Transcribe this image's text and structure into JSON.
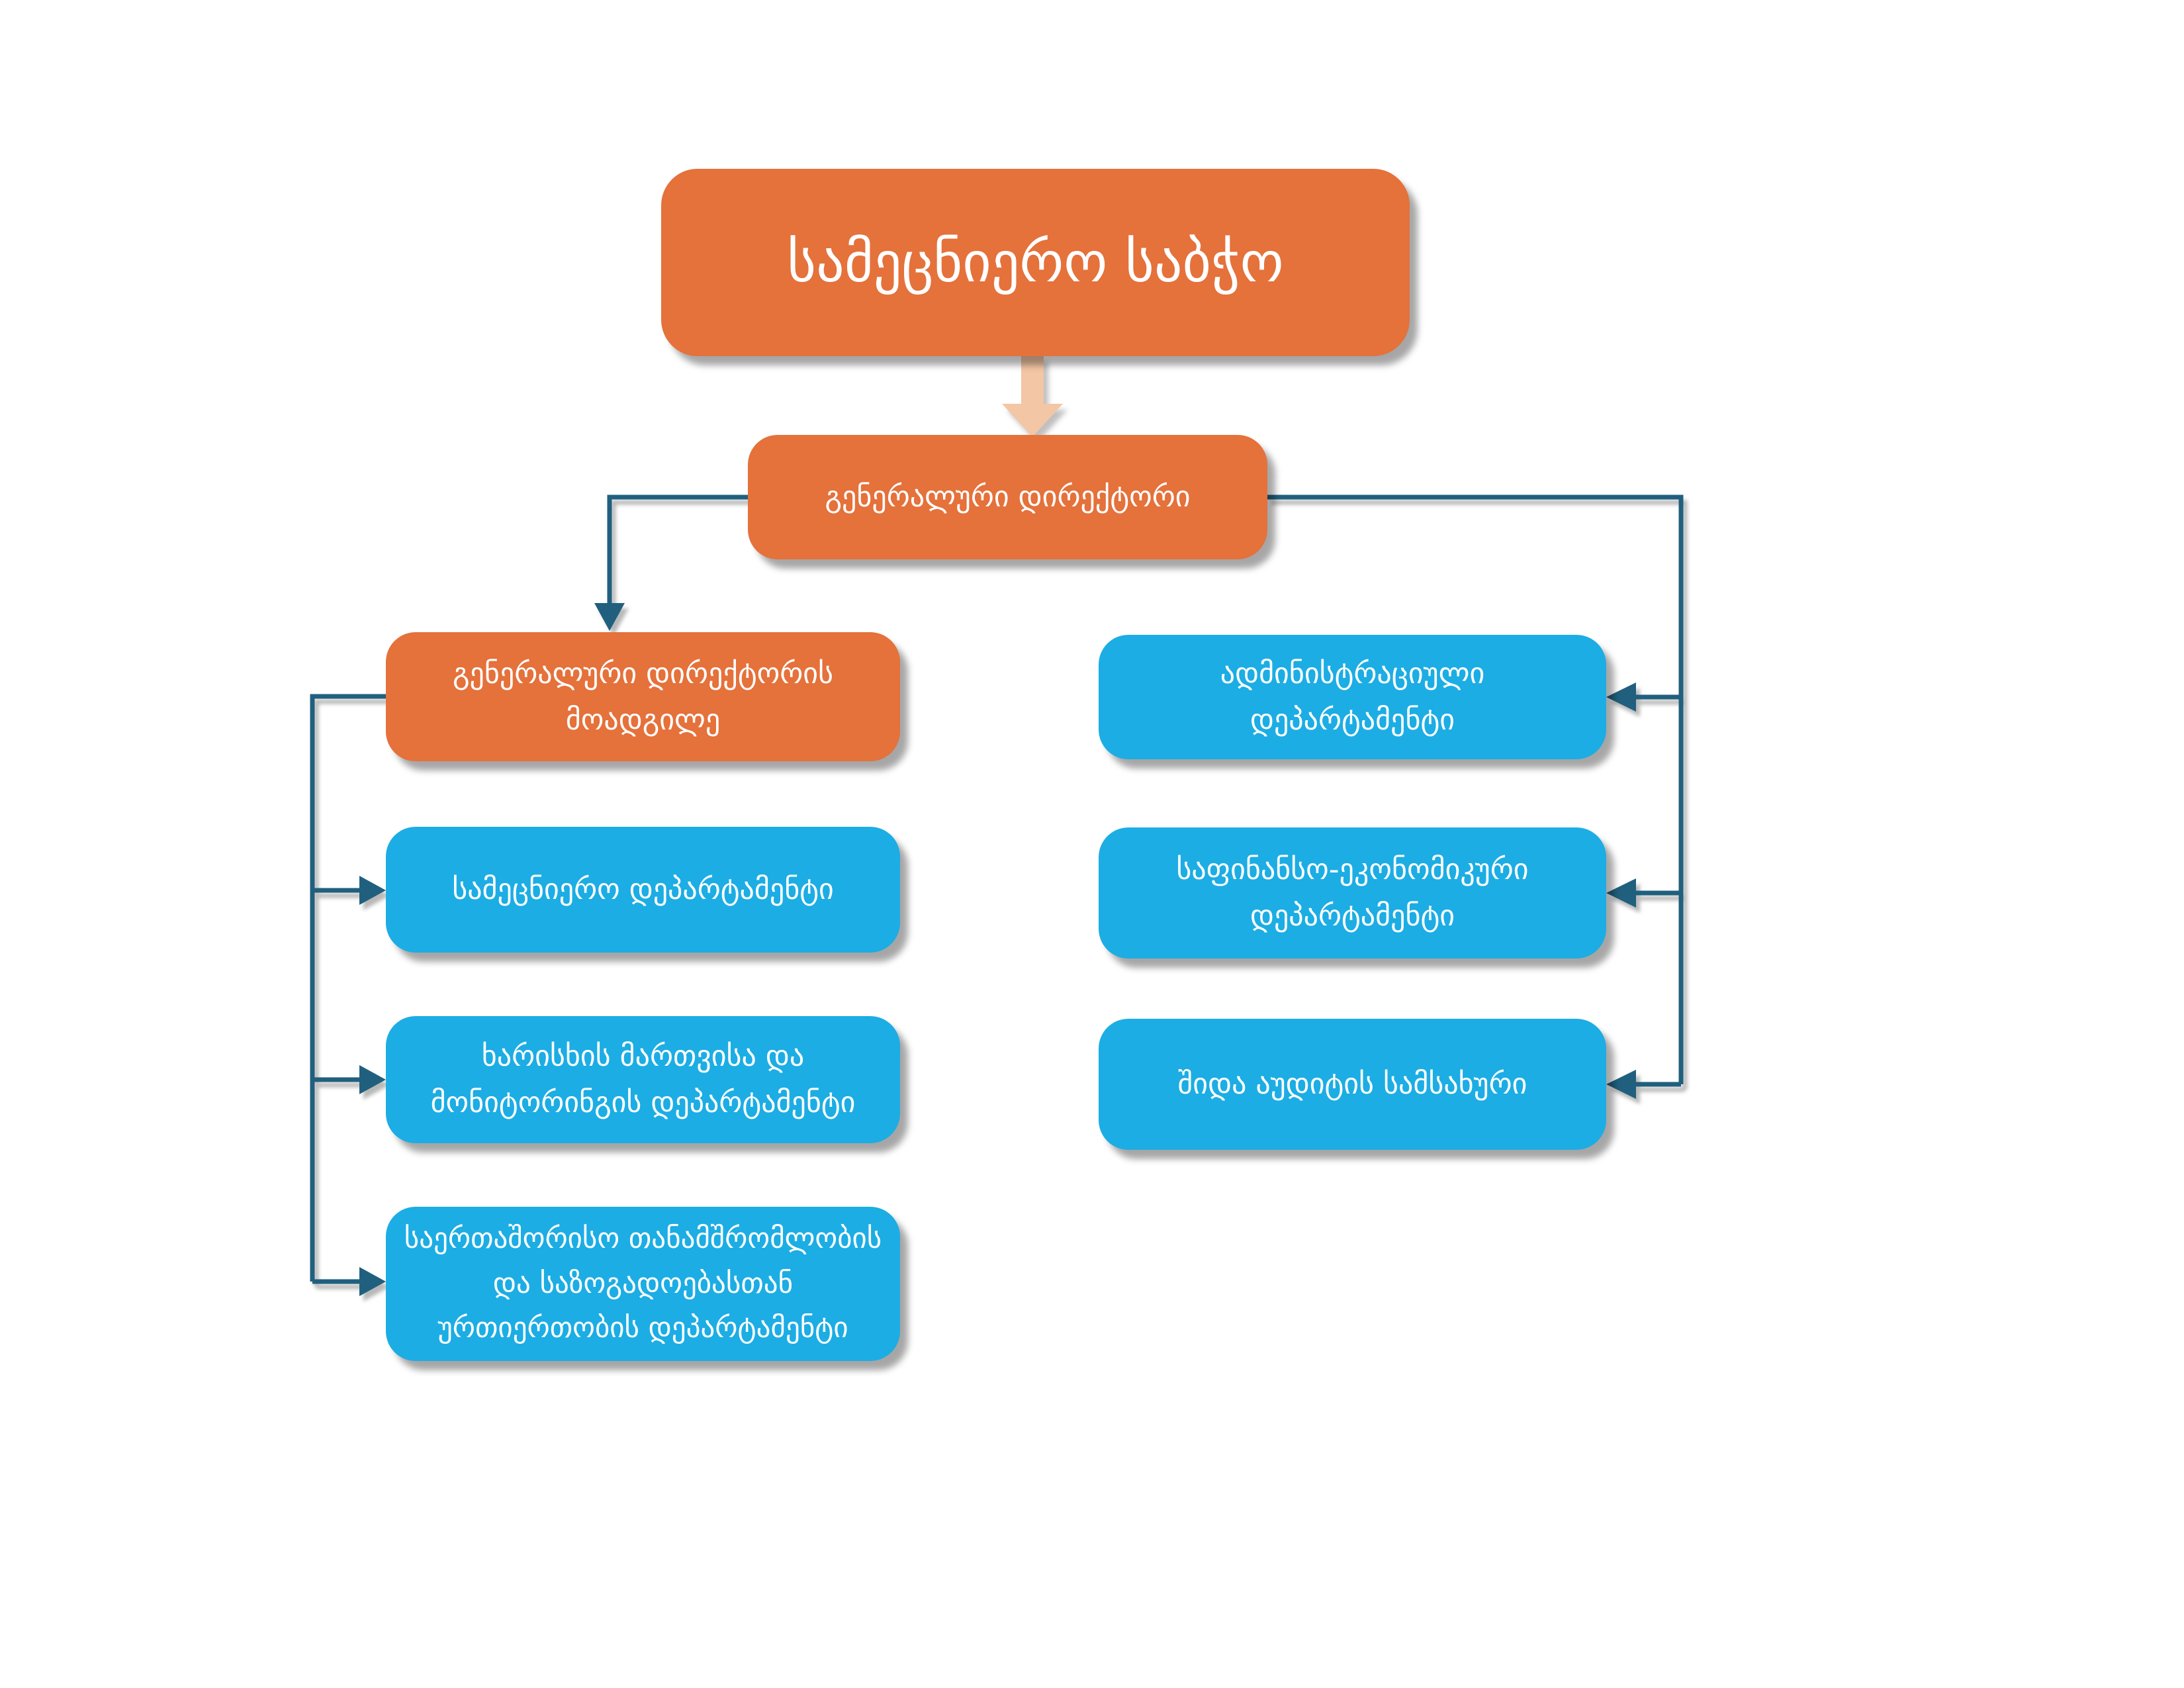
{
  "title": "Organizational chart",
  "colors": {
    "orange": "#E5713B",
    "blue": "#1CADE4",
    "connector": "#20607E",
    "arrowfill": "#F3C6A5",
    "textcolor": "#FFFFFF",
    "background": "#FFFFFF"
  },
  "nodes": {
    "council": {
      "label": "სამეცნიერო საბჭო"
    },
    "director": {
      "label": "გენერალური დირექტორი"
    },
    "deputy": {
      "label": "გენერალური დირექტორის\nმოადგილე"
    },
    "left": [
      {
        "label": "სამეცნიერო დეპარტამენტი"
      },
      {
        "label": "ხარისხის მართვისა და\nმონიტორინგის დეპარტამენტი"
      },
      {
        "label": "საერთაშორისო თანამშრომლობის\nდა საზოგადოებასთან\nურთიერთობის დეპარტამენტი"
      }
    ],
    "right": [
      {
        "label": "ადმინისტრაციული\nდეპარტამენტი"
      },
      {
        "label": "საფინანსო-ეკონომიკური\nდეპარტამენტი"
      },
      {
        "label": "შიდა აუდიტის სამსახური"
      }
    ]
  },
  "edges": [
    {
      "from": "სამეცნიერო საბჭო",
      "to": "გენერალური დირექტორი"
    },
    {
      "from": "გენერალური დირექტორი",
      "to": "გენერალური დირექტორის მოადგილე"
    },
    {
      "from": "გენერალური დირექტორის მოადგილე",
      "to": "სამეცნიერო დეპარტამენტი"
    },
    {
      "from": "გენერალური დირექტორის მოადგილე",
      "to": "ხარისხის მართვისა და მონიტორინგის დეპარტამენტი"
    },
    {
      "from": "გენერალური დირექტორის მოადგილე",
      "to": "საერთაშორისო თანამშრომლობის და საზოგადოებასთან ურთიერთობის დეპარტამენტი"
    },
    {
      "from": "გენერალური დირექტორი",
      "to": "ადმინისტრაციული დეპარტამენტი"
    },
    {
      "from": "გენერალური დირექტორი",
      "to": "საფინანსო-ეკონომიკური დეპარტამენტი"
    },
    {
      "from": "გენერალური დირექტორი",
      "to": "შიდა აუდიტის სამსახური"
    }
  ]
}
